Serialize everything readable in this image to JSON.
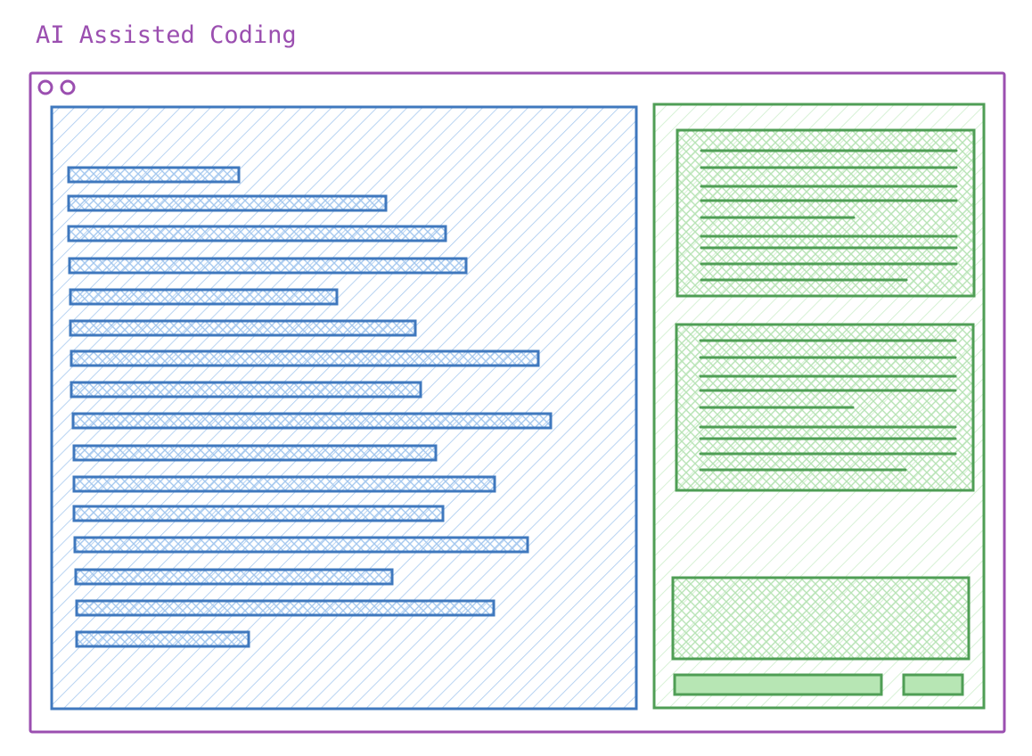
{
  "diagram": {
    "title": "AI Assisted Coding",
    "colors": {
      "frame": "#9b4fb0",
      "editor_stroke": "#3f78be",
      "editor_hatch": "#a7c9ef",
      "assistant_stroke": "#4f9e55",
      "assistant_hatch": "#bfe8bf",
      "button_fill": "#b7e6b4"
    },
    "window": {
      "control_count": 2
    },
    "code_editor": {
      "line_count": 16
    },
    "assistant_panel": {
      "message_cards": [
        {
          "paragraphs": [
            5,
            4
          ]
        },
        {
          "paragraphs": [
            5,
            4
          ]
        }
      ],
      "prompt_input": true,
      "buttons": [
        "wide",
        "narrow"
      ]
    }
  }
}
